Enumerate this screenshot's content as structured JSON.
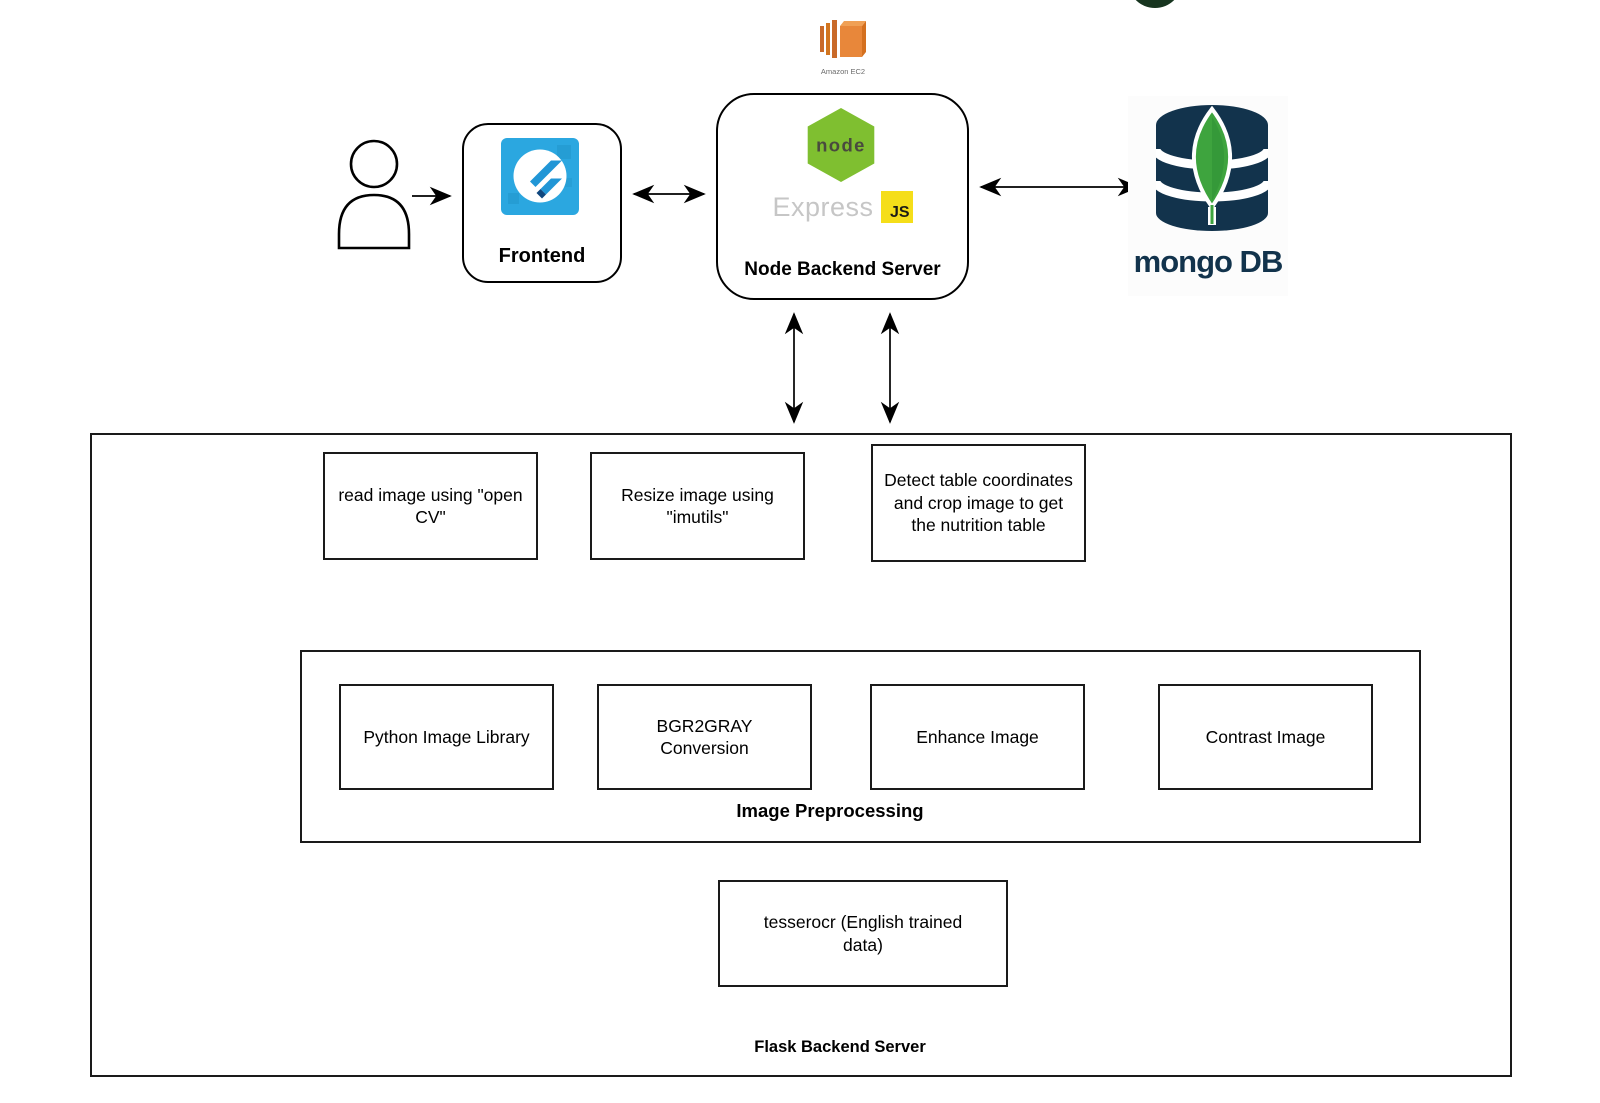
{
  "colors": {
    "node_green": "#7FBF30",
    "js_yellow": "#F5DE19",
    "express_gray": "#C6C6C6",
    "flutter_blue": "#2BA7E0",
    "flutter_glyph_blue": "#2196D6",
    "mongo_navy": "#12334C",
    "mongo_leaf_green": "#3EA43E",
    "ec2_orange": "#E8873A",
    "decoration_green": "#17351F"
  },
  "top_row": {
    "frontend": {
      "label": "Frontend"
    },
    "node_server": {
      "label": "Node Backend Server",
      "node_logo_text": "node",
      "express_logo_text": "Express",
      "js_badge_text": "JS"
    },
    "ec2": {
      "caption": "Amazon EC2"
    },
    "mongodb": {
      "wordmark": "mongo DB"
    }
  },
  "flask_server": {
    "label": "Flask Backend Server",
    "pipeline_row": [
      {
        "label": "read image using \"open CV\""
      },
      {
        "label": "Resize image using \"imutils\""
      },
      {
        "label": "Detect table coordinates and crop image to get the nutrition table"
      }
    ],
    "image_preprocessing": {
      "label": "Image Preprocessing",
      "steps": [
        {
          "label": "Python Image Library"
        },
        {
          "label": "BGR2GRAY Conversion"
        },
        {
          "label": "Enhance Image"
        },
        {
          "label": "Contrast Image"
        }
      ]
    },
    "ocr": {
      "label": "tesserocr (English trained data)"
    }
  }
}
